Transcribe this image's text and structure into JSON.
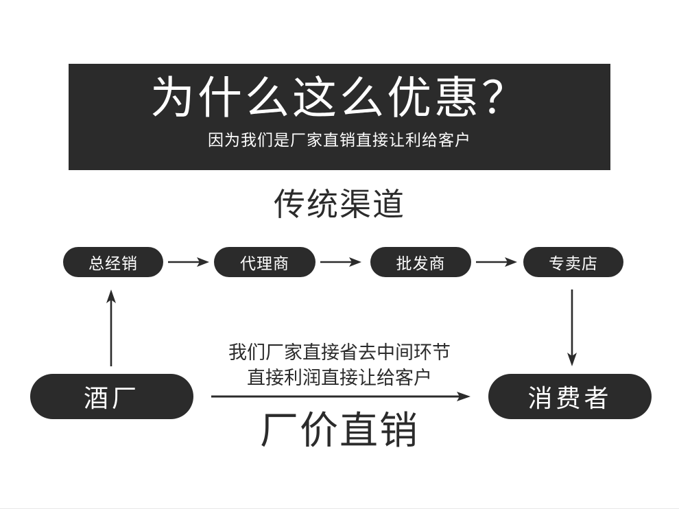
{
  "header": {
    "title": "为什么这么优惠？",
    "subtitle": "因为我们是厂家直销直接让利给客户",
    "background_color": "#2b2b2b",
    "text_color": "#ffffff"
  },
  "section": {
    "title": "传统渠道"
  },
  "traditional_chain": {
    "nodes": [
      {
        "label": "总经销"
      },
      {
        "label": "代理商"
      },
      {
        "label": "批发商"
      },
      {
        "label": "专卖店"
      }
    ],
    "connector_icon": "arrow-right-icon"
  },
  "direct_chain": {
    "source": {
      "label": "酒厂"
    },
    "target": {
      "label": "消费者"
    },
    "up_arrow_icon": "arrow-up-icon",
    "down_arrow_icon": "arrow-down-icon",
    "long_arrow_icon": "arrow-right-long-icon"
  },
  "middle_note": {
    "line1": "我们厂家直接省去中间环节",
    "line2": "直接利润直接让给客户"
  },
  "slogan": {
    "text": "厂价直销"
  },
  "colors": {
    "ink": "#2b2b2b",
    "paper": "#ffffff",
    "pill_fill": "#2b2b2b",
    "pill_text": "#ffffff"
  }
}
